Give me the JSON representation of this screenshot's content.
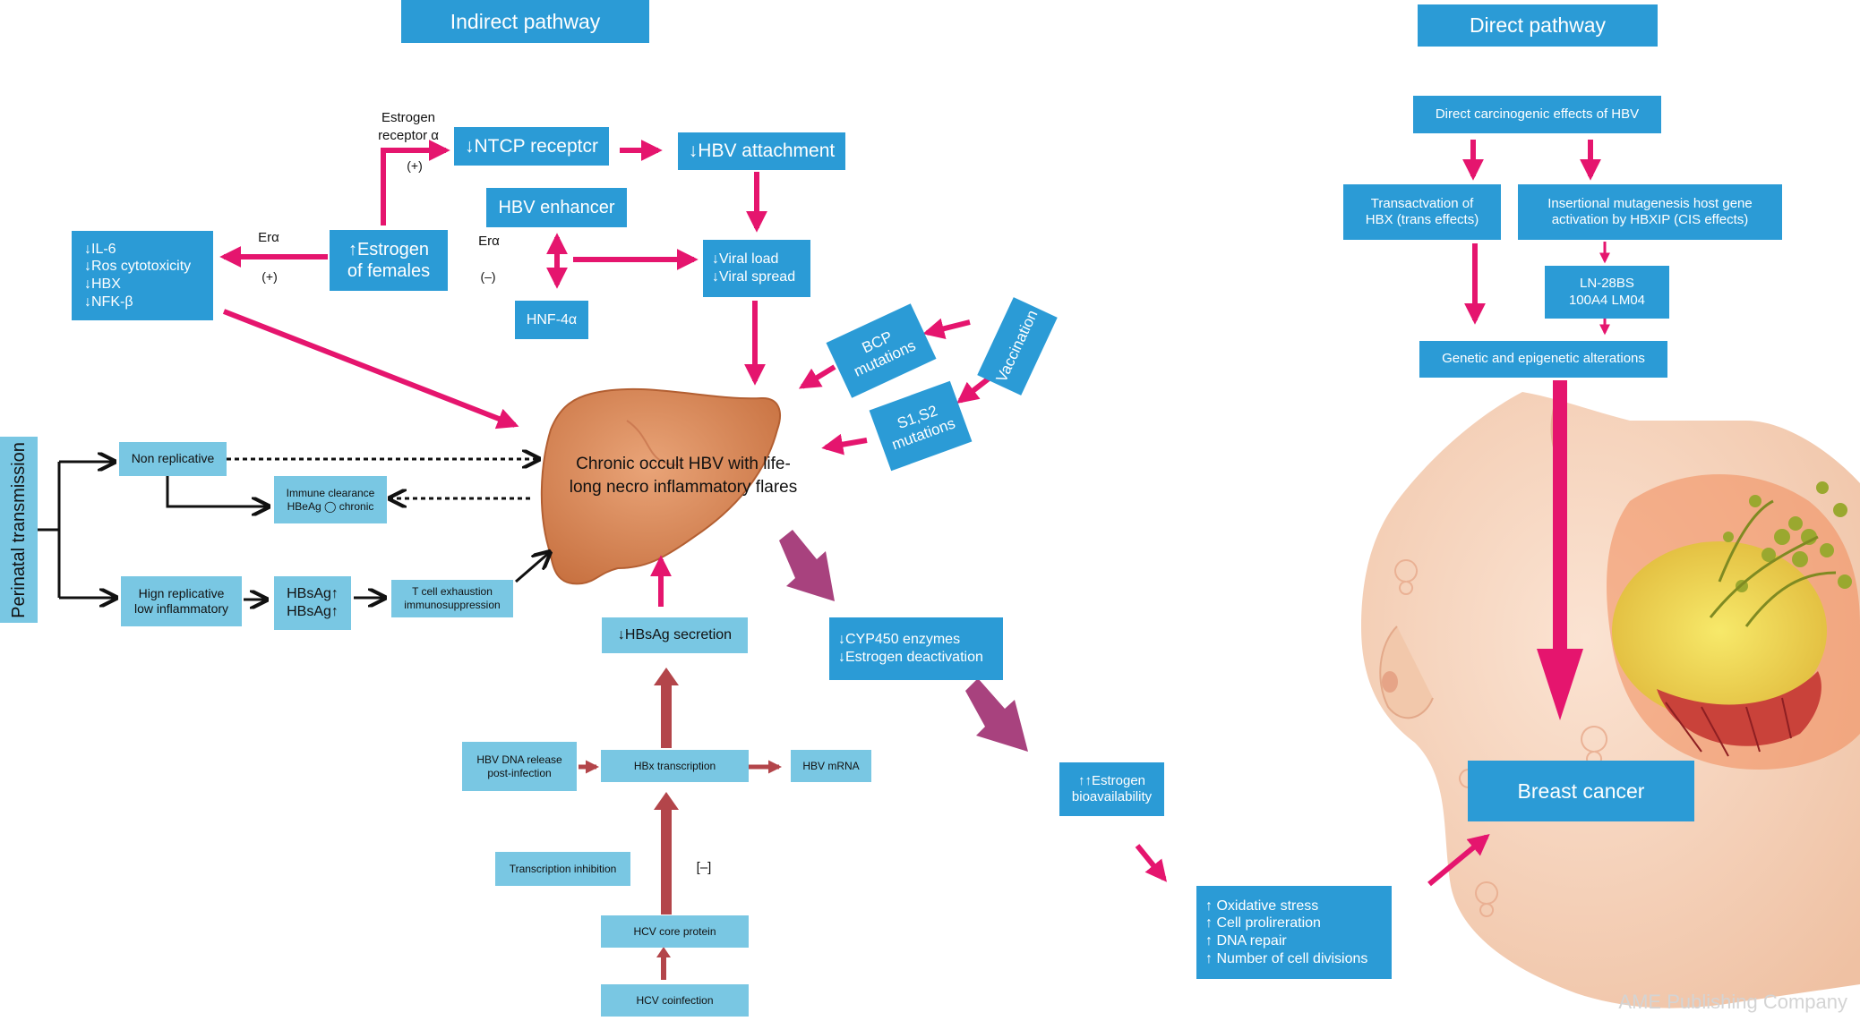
{
  "headers": {
    "indirect": "Indirect pathway",
    "direct": "Direct pathway"
  },
  "indirect": {
    "estrogen_receptor_label": "Estrogen\nreceptor α",
    "plus_label_top": "(+)",
    "ntcp_receptor": "↓NTCP receptcr",
    "hbv_attachment": "↓HBV attachment",
    "hbv_enhancer": "HBV enhancer",
    "era_left": "Erα",
    "plus_label_left": "(+)",
    "era_right": "Erα",
    "minus_label_right": "(–)",
    "cytokines": "↓IL-6\n↓Ros cytotoxicity\n↓HBX\n↓NFK-β",
    "estrogen_females": "↑Estrogen\nof females",
    "hnf4a": "HNF-4α",
    "viral_load": "↓Viral load\n↓Viral spread",
    "bcp_mutations": "BCP\nmutations",
    "vaccination": "Vaccination",
    "s1s2_mutations": "S1,S2\nmutations",
    "liver_text": "Chronic occult HBV with life-\nlong necro inflammatory flares",
    "perinatal": "Perinatal transmission",
    "non_replicative": "Non replicative",
    "immune_clearance": "Immune clearance\nHBeAg ◯ chronic",
    "high_replicative": "Hign replicative\nlow inflammatory",
    "hbsag_up": "HBsAg↑\nHBsAg↑",
    "t_cell": "T cell exhaustion\nimmunosuppression",
    "hbsag_secretion": "↓HBsAg secretion",
    "cyp450": "↓CYP450 enzymes\n↓Estrogen deactivation",
    "hbv_dna_release": "HBV DNA release\npost-infection",
    "hbx_transcription": "HBx transcription",
    "hbv_mrna": "HBV mRNA",
    "transcription_inhibition": "Transcription inhibition",
    "minus_bracket": "[–]",
    "hcv_core": "HCV core protein",
    "hcv_coinfection": "HCV coinfection",
    "estrogen_bioavailability": "↑↑Estrogen\nbioavailability",
    "stress_list": "↑ Oxidative stress\n↑ Cell prolireration\n↑ DNA repair\n↑ Number of cell divisions"
  },
  "direct": {
    "carcinogenic": "Direct carcinogenic effects of HBV",
    "transactivation": "Transactvation of\nHBX (trans effects)",
    "insertional": "Insertional mutagenesis host gene\nactivation by HBXIP (CIS effects)",
    "ln28bs": "LN-28BS\n100A4 LM04",
    "genetic": "Genetic and epigenetic alterations",
    "breast_cancer": "Breast cancer"
  },
  "watermark": "AME Publishing Company",
  "colors": {
    "box_blue": "#2b9bd6",
    "box_light": "#79c7e3",
    "arrow_magenta": "#e5156e",
    "arrow_purple": "#a8427e",
    "arrow_darkred": "#b3454a",
    "liver": "#d88a5a"
  }
}
